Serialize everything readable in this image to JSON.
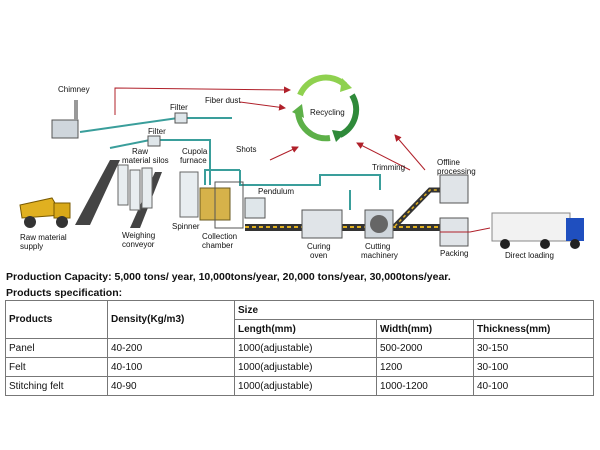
{
  "diagram": {
    "labels": {
      "chimney": "Chimney",
      "filter_top": "Filter",
      "fiber_dust": "Fiber dust",
      "recycling": "Recycling",
      "filter_mid": "Filter",
      "raw_material_silos_1": "Raw",
      "raw_material_silos_2": "material silos",
      "cupola_furnace_1": "Cupola",
      "cupola_furnace_2": "furnace",
      "shots": "Shots",
      "trimming": "Trimming",
      "offline_processing_1": "Offline",
      "offline_processing_2": "processing",
      "pendulum": "Pendulum",
      "raw_material_supply_1": "Raw material",
      "raw_material_supply_2": "supply",
      "weighing_conveyor_1": "Weighing",
      "weighing_conveyor_2": "conveyor",
      "spinner": "Spinner",
      "collection_chamber_1": "Collection",
      "collection_chamber_2": "chamber",
      "curing_oven_1": "Curing",
      "curing_oven_2": "oven",
      "cutting_machinery_1": "Cutting",
      "cutting_machinery_2": "machinery",
      "packing": "Packing",
      "direct_loading": "Direct loading"
    },
    "colors": {
      "pipe": "#3a9e9b",
      "arrow": "#b0202a",
      "recycle_light": "#8fd14f",
      "recycle_dark": "#2f8a3a",
      "truck_yellow": "#e0b020",
      "truck_blue": "#1f4fbf"
    }
  },
  "production_capacity": "Production Capacity: 5,000 tons/ year, 10,000tons/year, 20,000 tons/year, 30,000tons/year.",
  "products_specification": "Products specification:",
  "table": {
    "headers": {
      "products": "Products",
      "density": "Density(Kg/m3)",
      "size": "Size",
      "length": "Length(mm)",
      "width": "Width(mm)",
      "thickness": "Thickness(mm)"
    },
    "rows": [
      {
        "product": "Panel",
        "density": "40-200",
        "length": "1000(adjustable)",
        "width": "500-2000",
        "thickness": "30-150"
      },
      {
        "product": "Felt",
        "density": "40-100",
        "length": "1000(adjustable)",
        "width": "1200",
        "thickness": "30-100"
      },
      {
        "product": "Stitching felt",
        "density": "40-90",
        "length": "1000(adjustable)",
        "width": "1000-1200",
        "thickness": "40-100"
      }
    ]
  }
}
